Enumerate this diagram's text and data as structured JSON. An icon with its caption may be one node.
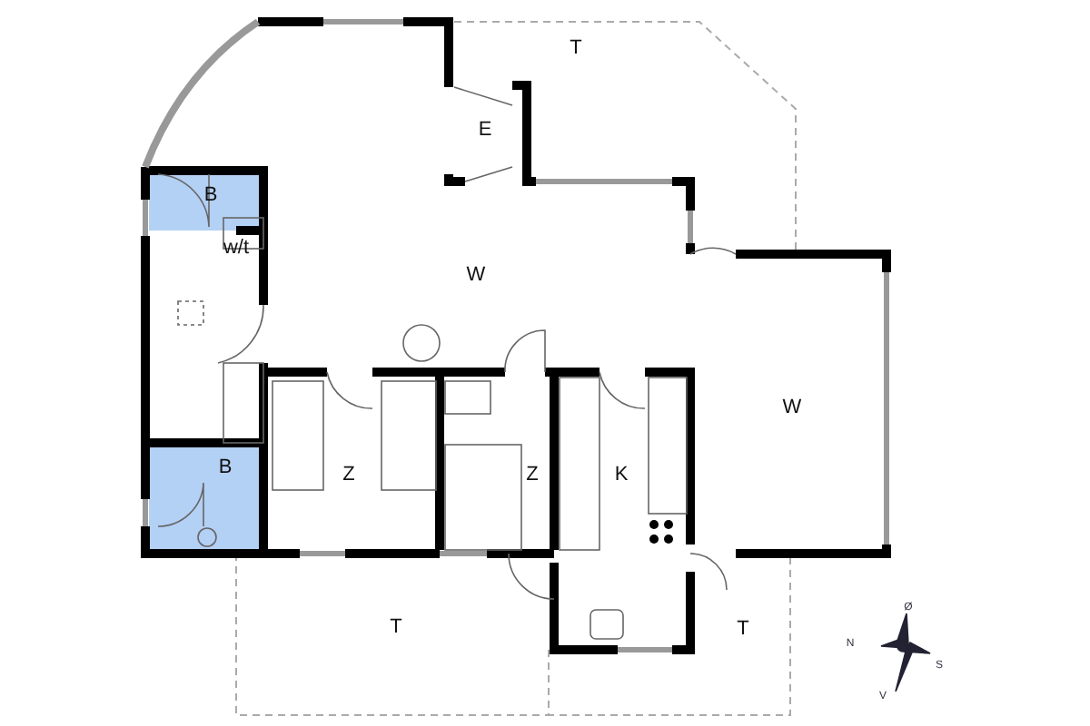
{
  "diagram": {
    "labels": [
      "T",
      "E",
      "B",
      "w/t",
      "W",
      "W",
      "Z",
      "Z",
      "K",
      "B",
      "T",
      "T",
      "Ø",
      "N",
      "S",
      "V"
    ]
  }
}
